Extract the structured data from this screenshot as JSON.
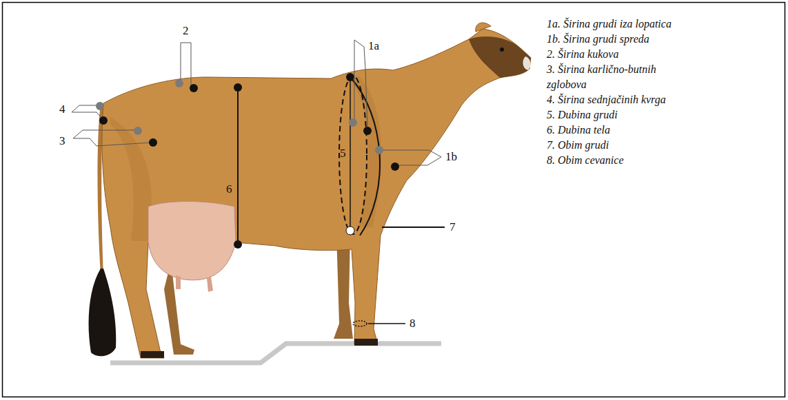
{
  "diagram": {
    "labels": [
      "2",
      "4",
      "3",
      "6",
      "5",
      "1a",
      "1b",
      "7",
      "8",
      "1a. Širina grudi iza lopatica",
      "1b. Širina grudi spreda",
      "2. Širina kukova",
      "3. Širina karlično-butnih zglobova",
      "4. Širina sednjačinih kvrga",
      "5. Dubina grudi",
      "6. Dubina tela",
      "7. Obim grudi",
      "8. Obim cevanice"
    ]
  }
}
